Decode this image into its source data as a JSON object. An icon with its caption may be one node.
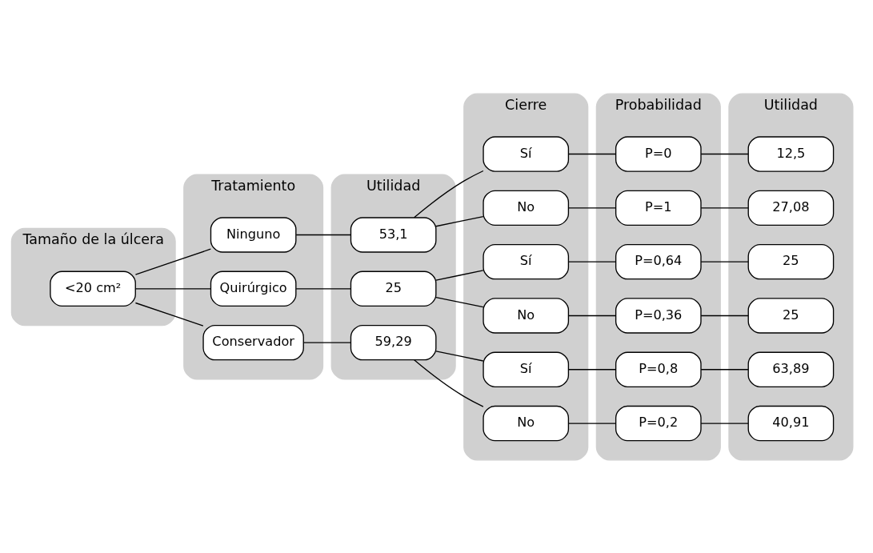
{
  "diagram": {
    "nodes": [
      {
        "text": [
          "Tamaño de la úlcera"
        ]
      },
      {
        "text": [
          "<20 cm²"
        ],
        "in": 0
      },
      {
        "text": [
          "Tratamiento"
        ]
      },
      {
        "text": [
          "Ninguno"
        ],
        "in": 2
      },
      {
        "text": [
          "Quirúrgico"
        ],
        "in": 2
      },
      {
        "text": [
          "Conservador"
        ],
        "in": 2
      },
      {
        "text": [
          "Utilidad"
        ]
      },
      {
        "text": [
          "53,1"
        ],
        "in": 6
      },
      {
        "text": [
          "25"
        ],
        "in": 6
      },
      {
        "text": [
          "59,29"
        ],
        "in": 6
      },
      {
        "text": [
          "Cierre"
        ]
      },
      {
        "text": [
          "Sí"
        ],
        "in": 10
      },
      {
        "text": [
          "No"
        ],
        "in": 10
      },
      {
        "text": [
          "Sí"
        ],
        "in": 10
      },
      {
        "text": [
          "No"
        ],
        "in": 10
      },
      {
        "text": [
          "Sí"
        ],
        "in": 10
      },
      {
        "text": [
          "No"
        ],
        "in": 10
      },
      {
        "text": [
          "Probabilidad"
        ]
      },
      {
        "text": [
          "P=0"
        ],
        "in": 17
      },
      {
        "text": [
          "P=1"
        ],
        "in": 17
      },
      {
        "text": [
          "P=0,64"
        ],
        "in": 17
      },
      {
        "text": [
          "P=0,36"
        ],
        "in": 17
      },
      {
        "text": [
          "P=0,8"
        ],
        "in": 17
      },
      {
        "text": [
          "P=0,2"
        ],
        "in": 17
      },
      {
        "text": [
          "Utilidad"
        ]
      },
      {
        "text": [
          "12,5"
        ],
        "in": 24
      },
      {
        "text": [
          "27,08"
        ],
        "in": 24
      },
      {
        "text": [
          "25"
        ],
        "in": 24
      },
      {
        "text": [
          "25"
        ],
        "in": 24
      },
      {
        "text": [
          "63,89"
        ],
        "in": 24
      },
      {
        "text": [
          "40,91"
        ],
        "in": 24
      }
    ],
    "edges": [
      {
        "from": 1,
        "to": 3,
        "arrow": "none"
      },
      {
        "from": 1,
        "to": 4,
        "arrow": "none"
      },
      {
        "from": 1,
        "to": 5,
        "arrow": "none"
      },
      {
        "from": 3,
        "to": 7,
        "arrow": "none"
      },
      {
        "from": 4,
        "to": 8,
        "arrow": "none"
      },
      {
        "from": 5,
        "to": 9,
        "arrow": "none"
      },
      {
        "from": 7,
        "to": 11,
        "arrow": "none"
      },
      {
        "from": 7,
        "to": 12,
        "arrow": "none"
      },
      {
        "from": 8,
        "to": 13,
        "arrow": "none"
      },
      {
        "from": 8,
        "to": 14,
        "arrow": "none"
      },
      {
        "from": 9,
        "to": 15,
        "arrow": "none"
      },
      {
        "from": 9,
        "to": 16,
        "arrow": "none"
      },
      {
        "from": 11,
        "to": 18,
        "arrow": "none"
      },
      {
        "from": 12,
        "to": 19,
        "arrow": "none"
      },
      {
        "from": 13,
        "to": 20,
        "arrow": "none"
      },
      {
        "from": 14,
        "to": 21,
        "arrow": "none"
      },
      {
        "from": 15,
        "to": 22,
        "arrow": "none"
      },
      {
        "from": 16,
        "to": 23,
        "arrow": "none"
      },
      {
        "from": 18,
        "to": 25,
        "arrow": "none"
      },
      {
        "from": 19,
        "to": 26,
        "arrow": "none"
      },
      {
        "from": 20,
        "to": 27,
        "arrow": "none"
      },
      {
        "from": 21,
        "to": 28,
        "arrow": "none"
      },
      {
        "from": 22,
        "to": 29,
        "arrow": "none"
      },
      {
        "from": 23,
        "to": 30,
        "arrow": "none"
      }
    ]
  }
}
